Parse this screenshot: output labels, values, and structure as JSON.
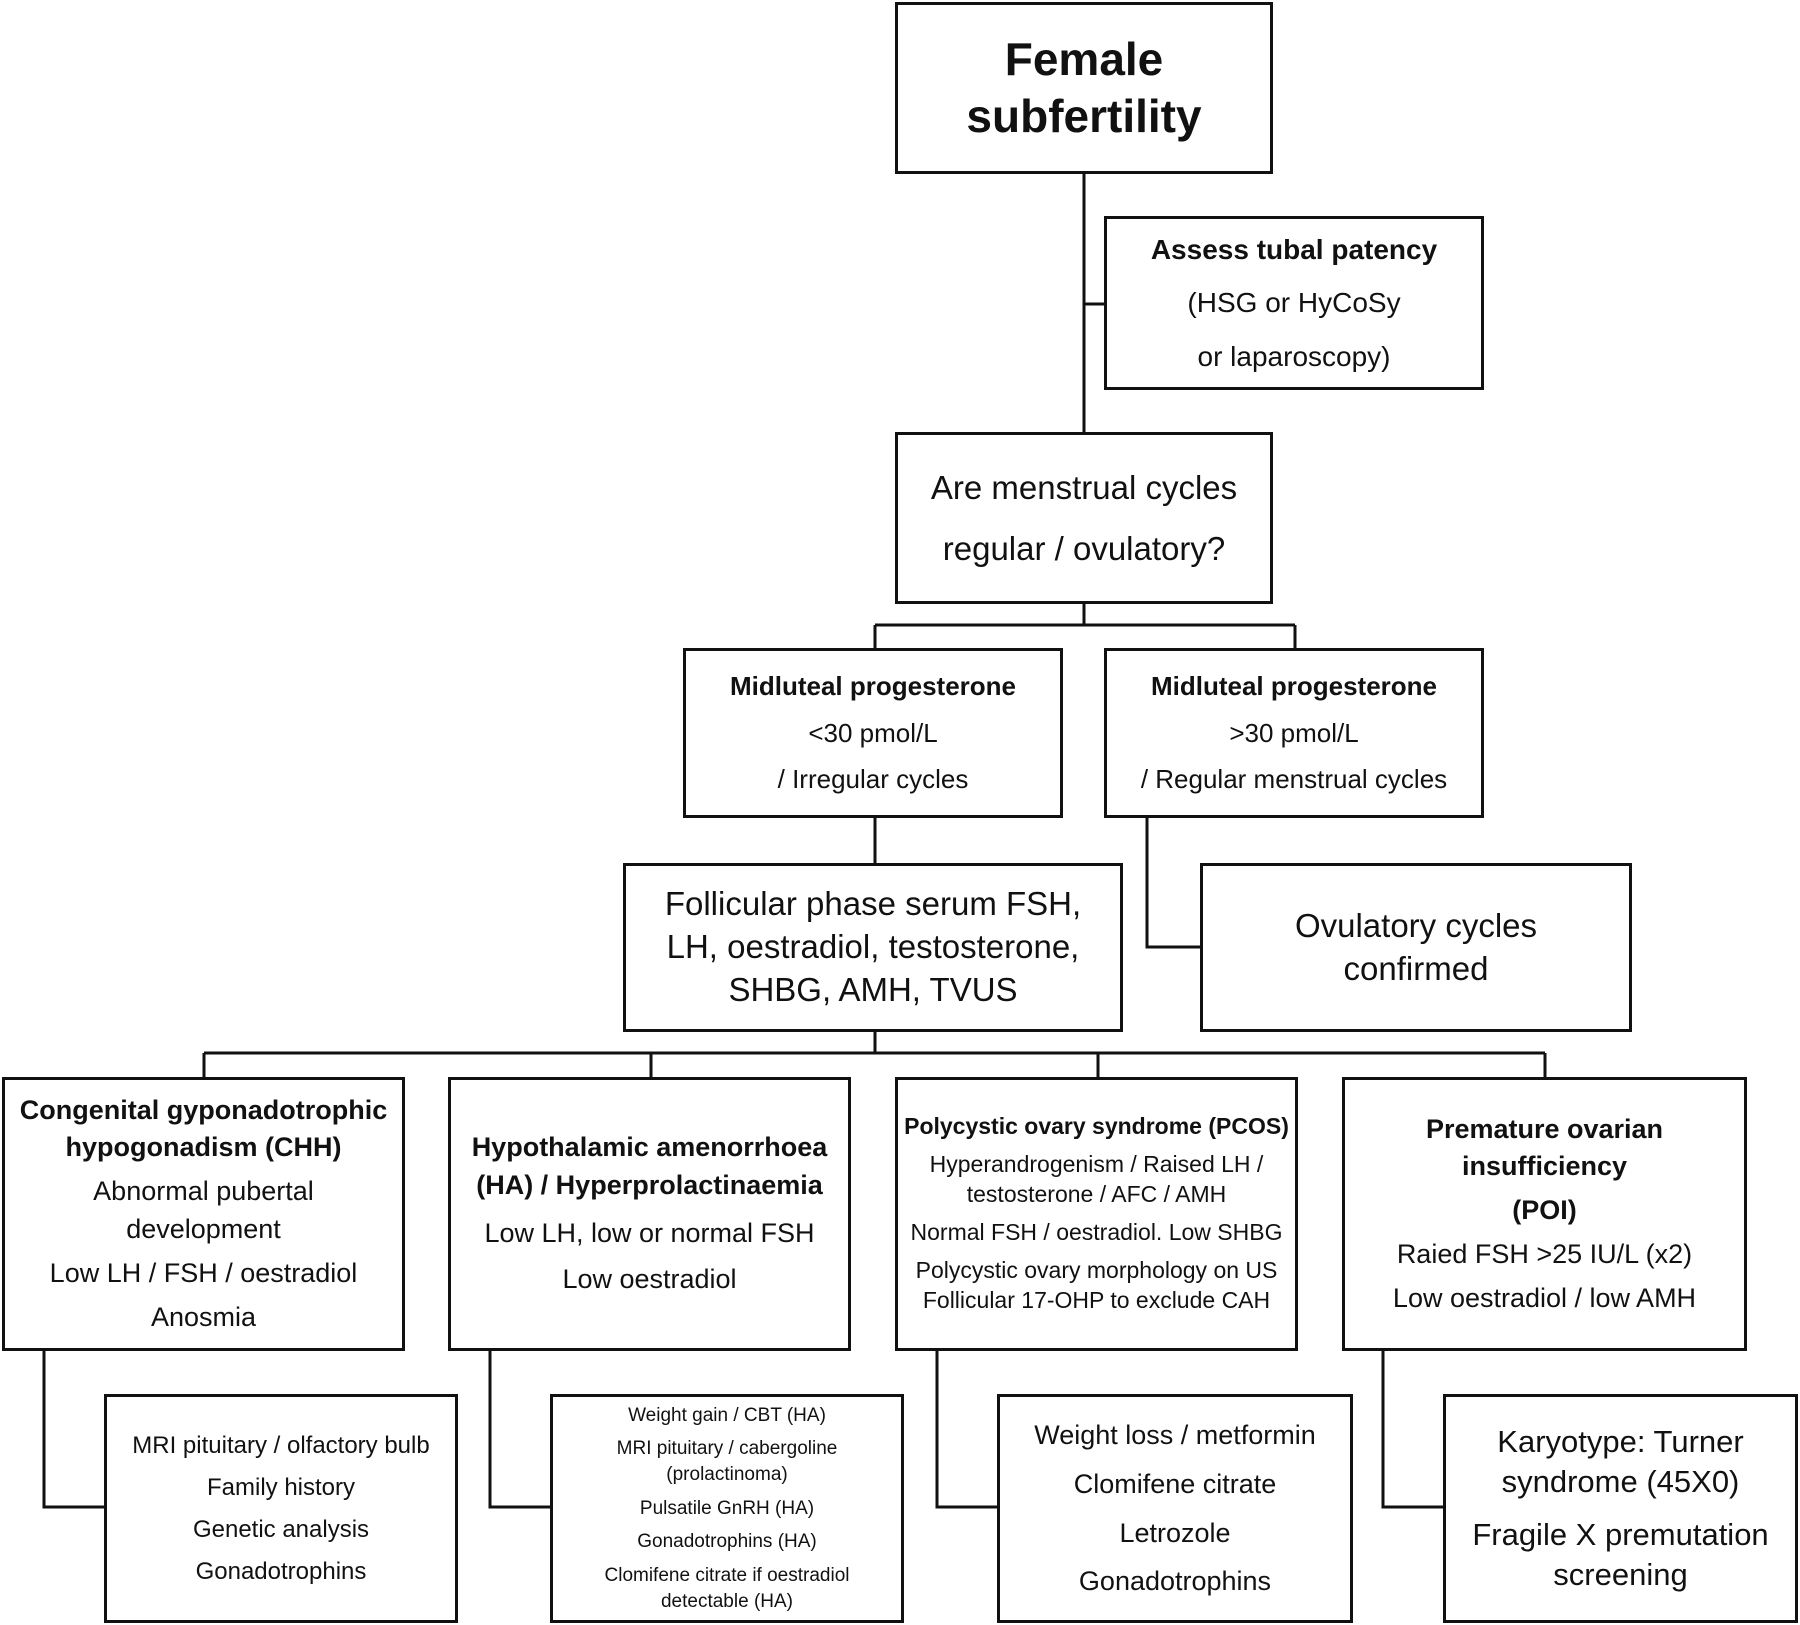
{
  "root": {
    "line1": "Female",
    "line2": "subfertility"
  },
  "tubal": {
    "title": "Assess tubal patency",
    "line1": "(HSG or HyCoSy",
    "line2": "or laparoscopy)"
  },
  "question": {
    "line1": "Are menstrual cycles",
    "line2": "regular / ovulatory?"
  },
  "prog_low": {
    "title": "Midluteal progesterone",
    "line1": "<30 pmol/L",
    "line2": "/ Irregular cycles"
  },
  "prog_high": {
    "title": "Midluteal progesterone",
    "line1": ">30 pmol/L",
    "line2": "/ Regular menstrual cycles"
  },
  "follicular": {
    "line1": "Follicular phase serum FSH,",
    "line2": "LH, oestradiol, testosterone,",
    "line3": "SHBG, AMH, TVUS"
  },
  "ovulatory": {
    "line1": "Ovulatory cycles",
    "line2": "confirmed"
  },
  "chh": {
    "title1": "Congenital gyponadotrophic",
    "title2": "hypogonadism (CHH)",
    "line1": "Abnormal pubertal",
    "line2": "development",
    "line3": "Low LH / FSH / oestradiol",
    "line4": "Anosmia"
  },
  "ha": {
    "title1": "Hypothalamic amenorrhoea",
    "title2": "(HA) / Hyperprolactinaemia",
    "line1": "Low LH, low or normal FSH",
    "line2": "Low oestradiol"
  },
  "pcos": {
    "title": "Polycystic ovary syndrome (PCOS)",
    "line1": "Hyperandrogenism / Raised LH /",
    "line2": "testosterone / AFC / AMH",
    "line3": "Normal FSH / oestradiol. Low SHBG",
    "line4": "Polycystic ovary morphology on US",
    "line5": "Follicular 17-OHP to exclude CAH"
  },
  "poi": {
    "title1": "Premature ovarian",
    "title2": "insufficiency",
    "title3": "(POI)",
    "line1": "Raied FSH >25 IU/L (x2)",
    "line2": "Low oestradiol / low AMH"
  },
  "chh_tx": {
    "line1": "MRI pituitary / olfactory bulb",
    "line2": "Family history",
    "line3": "Genetic analysis",
    "line4": "Gonadotrophins"
  },
  "ha_tx": {
    "line1": "Weight gain / CBT (HA)",
    "line2": "MRI pituitary / cabergoline",
    "line3": "(prolactinoma)",
    "line4": "Pulsatile GnRH (HA)",
    "line5": "Gonadotrophins (HA)",
    "line6": "Clomifene citrate if oestradiol",
    "line7": "detectable (HA)"
  },
  "pcos_tx": {
    "line1": "Weight loss / metformin",
    "line2": "Clomifene citrate",
    "line3": "Letrozole",
    "line4": "Gonadotrophins"
  },
  "poi_tx": {
    "line1": "Karyotype: Turner",
    "line2": "syndrome (45X0)",
    "line3": "Fragile X premutation",
    "line4": "screening"
  }
}
